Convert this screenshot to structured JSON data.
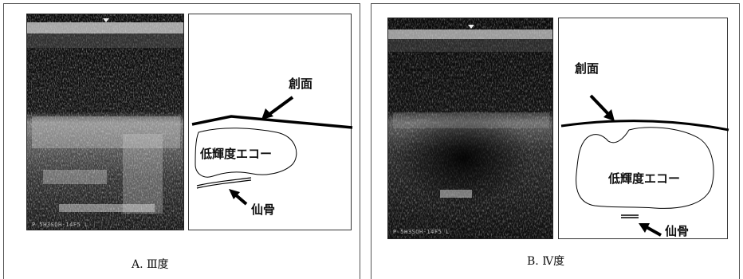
{
  "figure": {
    "panels": [
      {
        "id": "A",
        "caption": "A.  Ⅲ度",
        "labels": {
          "wound_surface": "創面",
          "hypoechoic": "低輝度エコー",
          "sacrum": "仙骨"
        },
        "us_readout": "P 5H3SOH-14F5 L"
      },
      {
        "id": "B",
        "caption": "B.  Ⅳ度",
        "labels": {
          "wound_surface": "創面",
          "hypoechoic": "低輝度エコー",
          "sacrum": "仙骨"
        },
        "us_readout": "P 5H3SOH-14F5 L"
      }
    ]
  }
}
